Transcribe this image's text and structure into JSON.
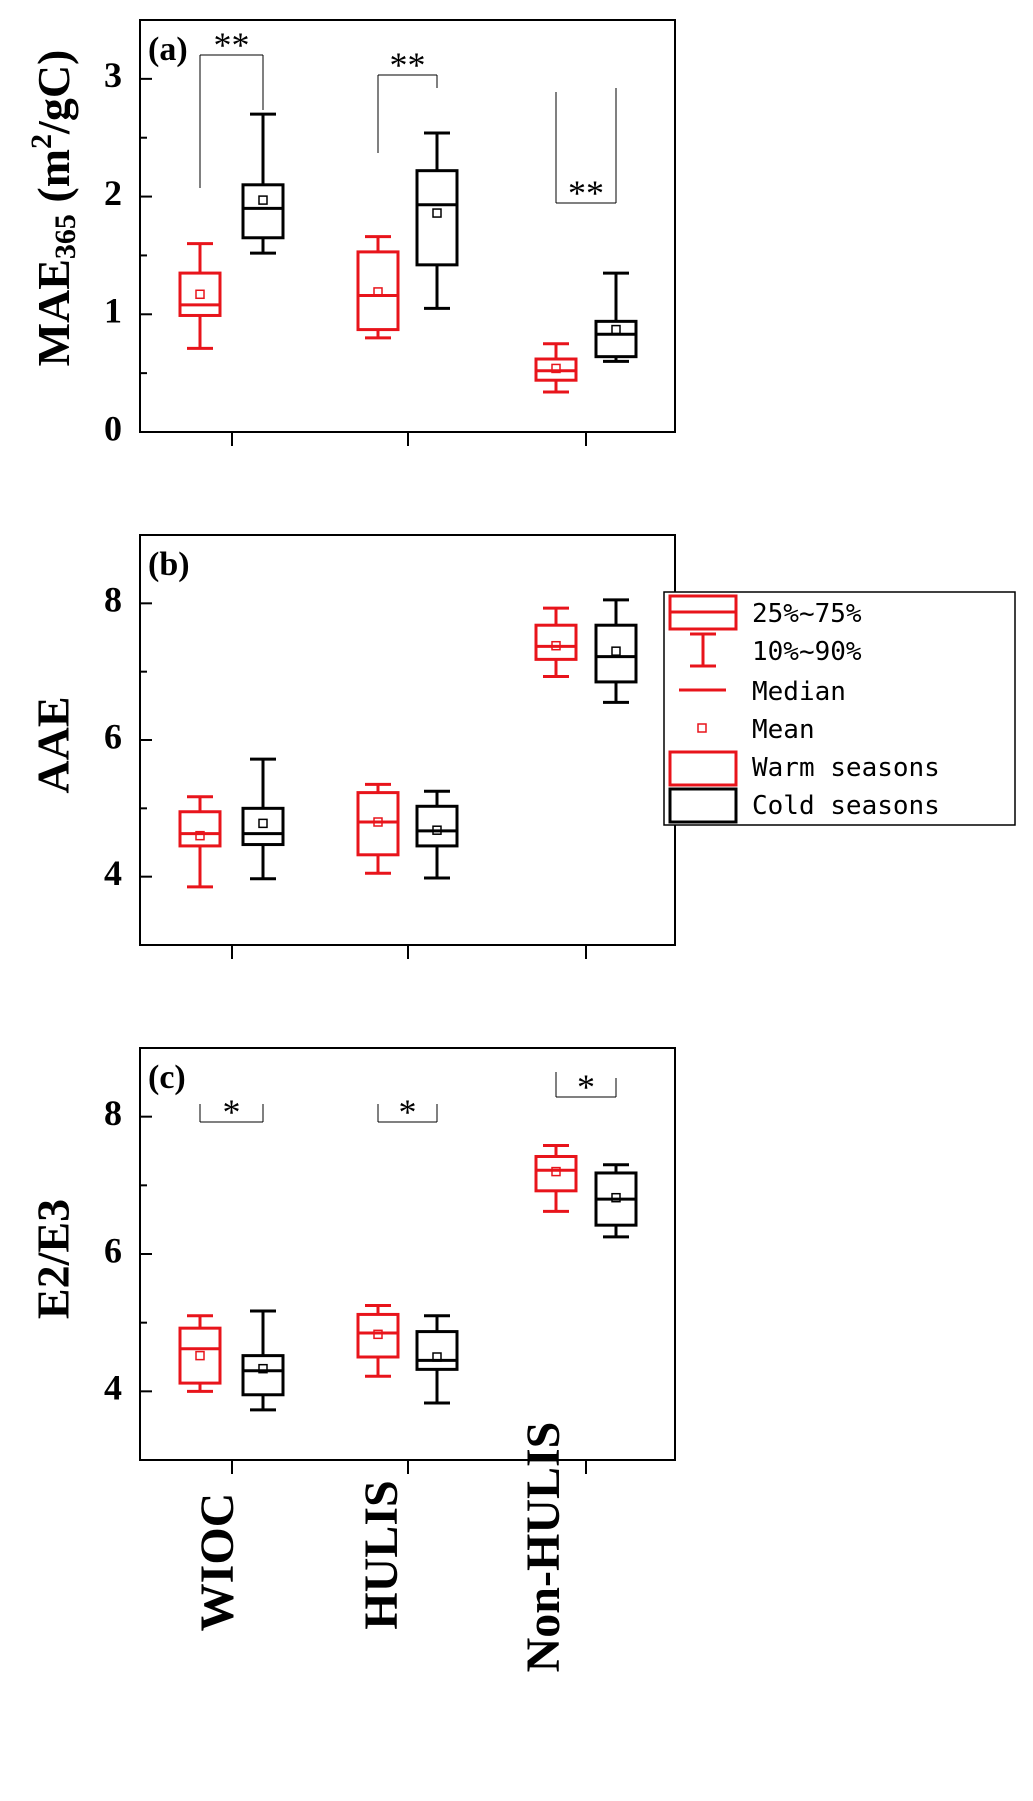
{
  "legend": {
    "items": [
      {
        "label": "25%~75%",
        "kind": "box"
      },
      {
        "label": "10%~90%",
        "kind": "whisker"
      },
      {
        "label": "Median",
        "kind": "median"
      },
      {
        "label": "Mean",
        "kind": "mean"
      },
      {
        "label": "Warm seasons",
        "kind": "warm"
      },
      {
        "label": "Cold seasons",
        "kind": "cold"
      }
    ]
  },
  "colors": {
    "warm": "#e8141b",
    "cold": "#000000"
  },
  "chart_data": [
    {
      "type": "box",
      "panel_label": "(a)",
      "ylabel_main": "MAE",
      "ylabel_sub": "365",
      "ylabel_unit_pre": " (m",
      "ylabel_unit_sup": "2",
      "ylabel_unit_post": "/gC)",
      "ylim": [
        0,
        3.5
      ],
      "yticks": [
        0,
        1,
        2,
        3
      ],
      "categories": [
        "WIOC",
        "HULIS",
        "Non-HULIS"
      ],
      "series": [
        {
          "name": "Warm seasons",
          "values": [
            {
              "p10": 0.71,
              "q1": 0.99,
              "median": 1.08,
              "q3": 1.35,
              "p90": 1.6,
              "mean": 1.17
            },
            {
              "p10": 0.8,
              "q1": 0.87,
              "median": 1.16,
              "q3": 1.53,
              "p90": 1.66,
              "mean": 1.19
            },
            {
              "p10": 0.34,
              "q1": 0.44,
              "median": 0.52,
              "q3": 0.62,
              "p90": 0.75,
              "mean": 0.54
            }
          ]
        },
        {
          "name": "Cold seasons",
          "values": [
            {
              "p10": 1.52,
              "q1": 1.65,
              "median": 1.9,
              "q3": 2.1,
              "p90": 2.7,
              "mean": 1.97
            },
            {
              "p10": 1.05,
              "q1": 1.42,
              "median": 1.93,
              "q3": 2.22,
              "p90": 2.54,
              "mean": 1.86
            },
            {
              "p10": 0.6,
              "q1": 0.64,
              "median": 0.83,
              "q3": 0.94,
              "p90": 1.35,
              "mean": 0.87
            }
          ]
        }
      ],
      "significance": [
        "**",
        "**",
        "**"
      ]
    },
    {
      "type": "box",
      "panel_label": "(b)",
      "ylabel": "AAE",
      "ylim": [
        3,
        9
      ],
      "yticks": [
        4,
        6,
        8
      ],
      "categories": [
        "WIOC",
        "HULIS",
        "Non-HULIS"
      ],
      "series": [
        {
          "name": "Warm seasons",
          "values": [
            {
              "p10": 3.85,
              "q1": 4.45,
              "median": 4.63,
              "q3": 4.95,
              "p90": 5.17,
              "mean": 4.6
            },
            {
              "p10": 4.05,
              "q1": 4.32,
              "median": 4.8,
              "q3": 5.23,
              "p90": 5.35,
              "mean": 4.8
            },
            {
              "p10": 6.93,
              "q1": 7.18,
              "median": 7.37,
              "q3": 7.68,
              "p90": 7.93,
              "mean": 7.38
            }
          ]
        },
        {
          "name": "Cold seasons",
          "values": [
            {
              "p10": 3.97,
              "q1": 4.47,
              "median": 4.63,
              "q3": 5.0,
              "p90": 5.72,
              "mean": 4.78
            },
            {
              "p10": 3.98,
              "q1": 4.45,
              "median": 4.67,
              "q3": 5.03,
              "p90": 5.25,
              "mean": 4.68
            },
            {
              "p10": 6.55,
              "q1": 6.85,
              "median": 7.22,
              "q3": 7.68,
              "p90": 8.05,
              "mean": 7.3
            }
          ]
        }
      ],
      "significance": [
        "",
        "",
        ""
      ]
    },
    {
      "type": "box",
      "panel_label": "(c)",
      "ylabel": "E2/E3",
      "ylim": [
        3,
        9
      ],
      "yticks": [
        4,
        6,
        8
      ],
      "categories": [
        "WIOC",
        "HULIS",
        "Non-HULIS"
      ],
      "series": [
        {
          "name": "Warm seasons",
          "values": [
            {
              "p10": 4.0,
              "q1": 4.12,
              "median": 4.62,
              "q3": 4.92,
              "p90": 5.1,
              "mean": 4.52
            },
            {
              "p10": 4.22,
              "q1": 4.5,
              "median": 4.85,
              "q3": 5.12,
              "p90": 5.25,
              "mean": 4.83
            },
            {
              "p10": 6.62,
              "q1": 6.92,
              "median": 7.22,
              "q3": 7.42,
              "p90": 7.58,
              "mean": 7.2
            }
          ]
        },
        {
          "name": "Cold seasons",
          "values": [
            {
              "p10": 3.73,
              "q1": 3.95,
              "median": 4.3,
              "q3": 4.52,
              "p90": 5.17,
              "mean": 4.33
            },
            {
              "p10": 3.83,
              "q1": 4.32,
              "median": 4.45,
              "q3": 4.87,
              "p90": 5.1,
              "mean": 4.5
            },
            {
              "p10": 6.25,
              "q1": 6.42,
              "median": 6.8,
              "q3": 7.18,
              "p90": 7.3,
              "mean": 6.82
            }
          ]
        }
      ],
      "significance": [
        "*",
        "*",
        "*"
      ]
    }
  ]
}
